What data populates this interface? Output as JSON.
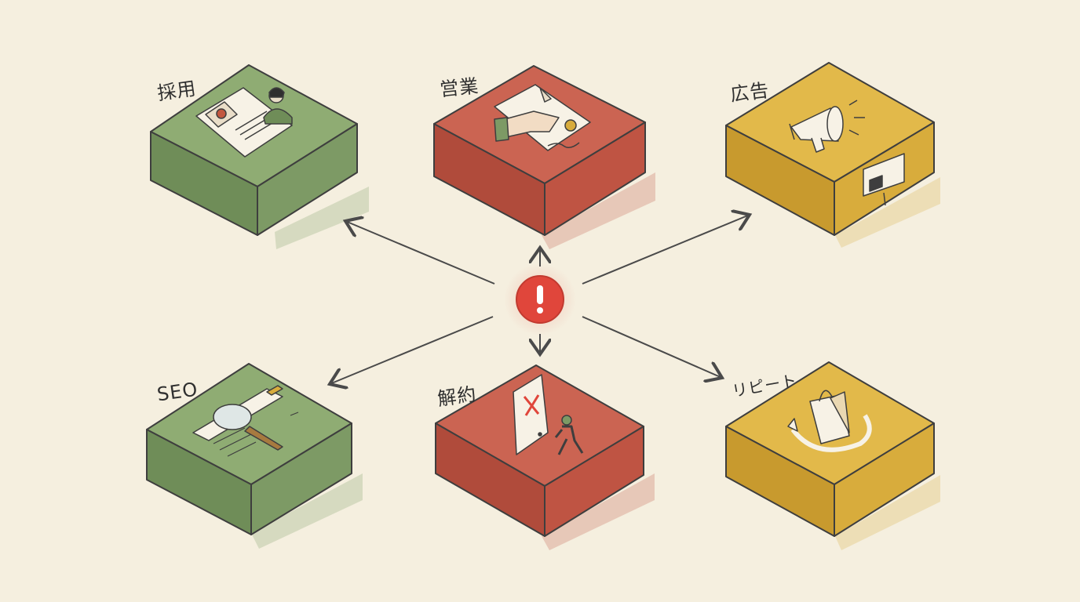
{
  "blocks": {
    "recruit": {
      "label": "採用",
      "color": "#7d9a65",
      "icon": "resume-icon"
    },
    "sales": {
      "label": "営業",
      "color": "#bf5443",
      "icon": "handshake-contract-icon"
    },
    "ads": {
      "label": "広告",
      "color": "#d8ac3c",
      "icon": "megaphone-icon"
    },
    "seo": {
      "label": "SEO",
      "color": "#7d9a65",
      "icon": "magnifier-icon"
    },
    "churn": {
      "label": "解約",
      "color": "#bf5443",
      "icon": "exit-door-icon"
    },
    "repeat": {
      "label": "リピート",
      "color": "#d8ac3c",
      "icon": "shopping-bag-cycle-icon"
    }
  },
  "center": {
    "icon": "alert-icon",
    "color": "#e0463b"
  }
}
